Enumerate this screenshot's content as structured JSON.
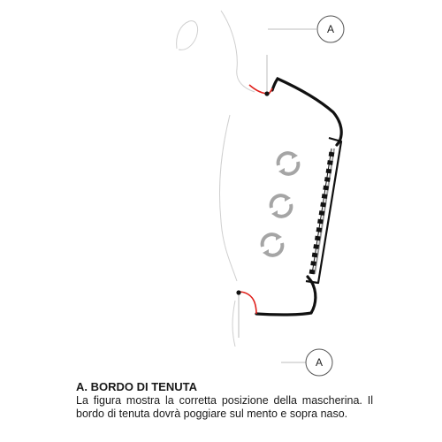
{
  "diagram": {
    "callouts": [
      {
        "letter": "A"
      },
      {
        "letter": "A"
      }
    ],
    "colors": {
      "outline": "#111111",
      "seal_edge": "#e0201b",
      "face_line": "#c9c9c9",
      "mask_body": "#ffffff",
      "arrow_gray": "#9e9e9e"
    },
    "icons": [
      "rotation-arrows-icon",
      "rotation-arrows-icon",
      "rotation-arrows-icon"
    ]
  },
  "caption": {
    "title": "A. BORDO DI TENUTA",
    "body": "La figura mostra la corretta posizione della mascherina. Il bordo di tenuta dovrà poggiare sul mento e sopra naso."
  }
}
